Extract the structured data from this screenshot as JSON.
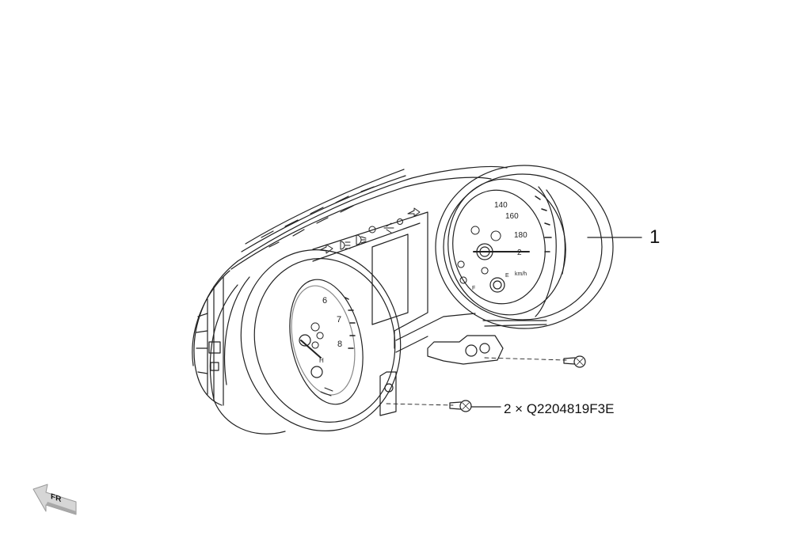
{
  "callouts": {
    "part_number": "1",
    "fastener_label": "2 × Q2204819F3E"
  },
  "gauge_right": {
    "speed_ticks": [
      "140",
      "160",
      "180",
      "2",
      "km/h"
    ],
    "fuel_marks": [
      "F",
      "E"
    ]
  },
  "gauge_left": {
    "rpm_ticks": [
      "6",
      "7",
      "8"
    ],
    "temp_marks": [
      "H"
    ]
  },
  "orientation": {
    "label": "FR",
    "icon": "arrow-icon"
  },
  "colors": {
    "line": "#222222",
    "light_line": "#888888"
  }
}
